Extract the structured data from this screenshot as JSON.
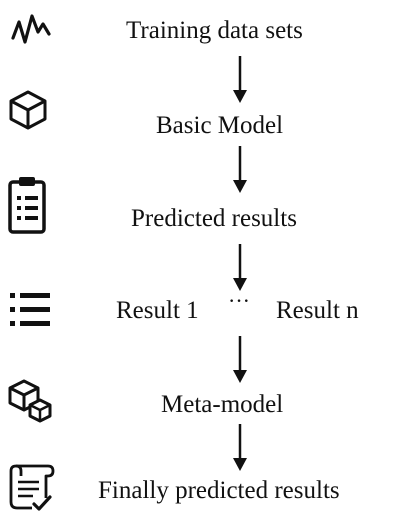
{
  "steps": [
    {
      "id": "training",
      "label": "Training data sets",
      "icon": "signal-wave-icon"
    },
    {
      "id": "basic",
      "label": "Basic Model",
      "icon": "cube-icon"
    },
    {
      "id": "predicted",
      "label": "Predicted results",
      "icon": "clipboard-list-icon"
    },
    {
      "id": "results",
      "label_left": "Result 1",
      "ellipsis": "···",
      "label_right": "Result n",
      "icon": "bullet-list-icon"
    },
    {
      "id": "meta",
      "label": "Meta-model",
      "icon": "cubes-icon"
    },
    {
      "id": "final",
      "label": "Finally predicted results",
      "icon": "scroll-check-icon"
    }
  ],
  "colors": {
    "ink": "#111111",
    "background": "#ffffff"
  }
}
